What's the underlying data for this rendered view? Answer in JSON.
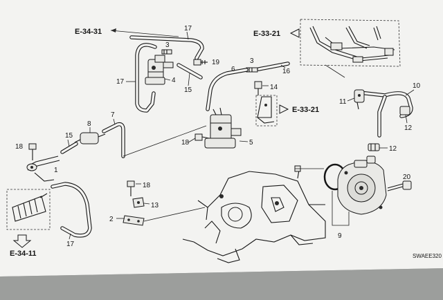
{
  "diagram": {
    "diagram_code": "SWAEE320",
    "refs": {
      "e34_31": "E-34-31",
      "e33_21_top": "E-33-21",
      "e33_21_mid": "E-33-21",
      "e34_11": "E-34-11"
    },
    "callouts": [
      {
        "id": "c17a",
        "text": "17"
      },
      {
        "id": "c3a",
        "text": "3"
      },
      {
        "id": "c19",
        "text": "19"
      },
      {
        "id": "c17b",
        "text": "17"
      },
      {
        "id": "c4",
        "text": "4"
      },
      {
        "id": "c15a",
        "text": "15"
      },
      {
        "id": "c3b",
        "text": "3"
      },
      {
        "id": "c6",
        "text": "6"
      },
      {
        "id": "c16",
        "text": "16"
      },
      {
        "id": "c14",
        "text": "14"
      },
      {
        "id": "c10",
        "text": "10"
      },
      {
        "id": "c11",
        "text": "11"
      },
      {
        "id": "c12a",
        "text": "12"
      },
      {
        "id": "c7",
        "text": "7"
      },
      {
        "id": "c8",
        "text": "8"
      },
      {
        "id": "c15b",
        "text": "15"
      },
      {
        "id": "c18a",
        "text": "18"
      },
      {
        "id": "c1",
        "text": "1"
      },
      {
        "id": "c18b",
        "text": "18"
      },
      {
        "id": "c5",
        "text": "5"
      },
      {
        "id": "c12b",
        "text": "12"
      },
      {
        "id": "c20",
        "text": "20"
      },
      {
        "id": "c18c",
        "text": "18"
      },
      {
        "id": "c13",
        "text": "13"
      },
      {
        "id": "c2",
        "text": "2"
      },
      {
        "id": "c9",
        "text": "9"
      },
      {
        "id": "c17c",
        "text": "17"
      }
    ]
  },
  "colors": {
    "paper": "#f3f3f1",
    "ink": "#161616",
    "backdrop": "#a9abaa"
  }
}
